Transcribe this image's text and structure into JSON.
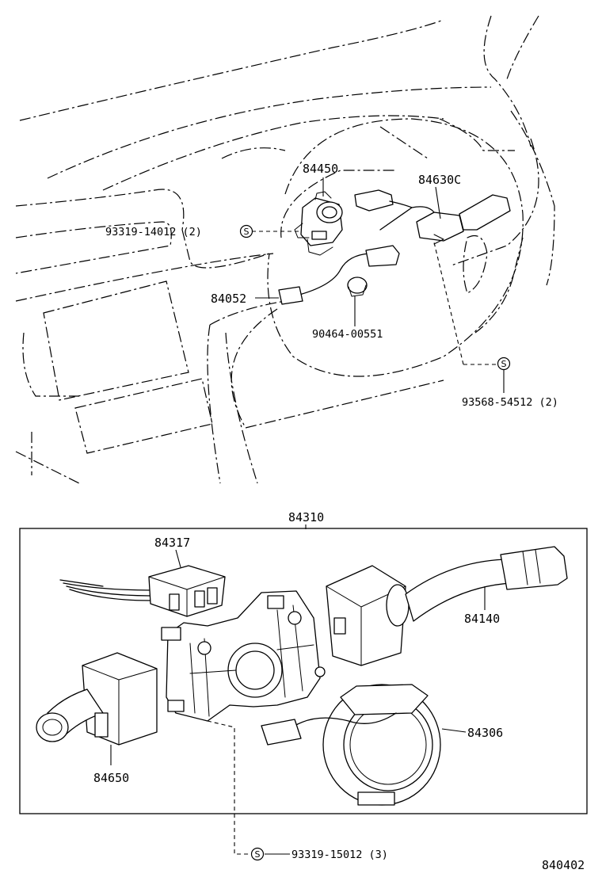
{
  "labels": {
    "p84450": "84450",
    "p84630c": "84630C",
    "p93319_14012": "93319-14012 (2)",
    "p84052": "84052",
    "p90464": "90464-00551",
    "p93568": "93568-54512 (2)",
    "p84310": "84310",
    "p84317": "84317",
    "p84140": "84140",
    "p84306": "84306",
    "p84650": "84650",
    "p93319_15012": "93319-15012 (3)",
    "fig_number": "840402"
  },
  "symbols": {
    "screw_mark": "S"
  },
  "icons": {
    "screw": "circled-s-icon"
  }
}
